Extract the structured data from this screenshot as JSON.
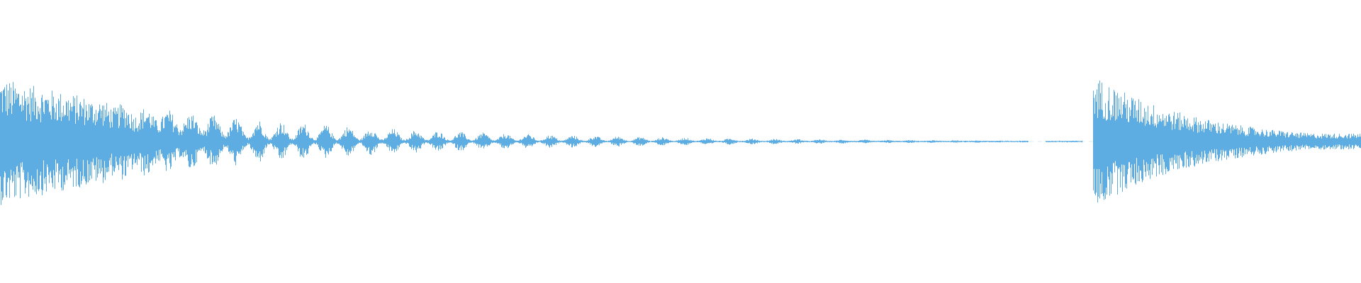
{
  "waveform": {
    "color": "#5dade2",
    "background": "#ffffff",
    "segments": [
      {
        "name": "first-clip",
        "start": 0.0,
        "end": 0.755,
        "peak": 0.95,
        "decay": 4.2,
        "burst_period": 0.0165,
        "burst_fade_start": 0.08,
        "floor": 0.012
      },
      {
        "name": "gap-tail",
        "start": 0.768,
        "end": 0.795,
        "peak": 0.012,
        "decay": 0.0,
        "burst_period": 0.0,
        "burst_fade_start": 1.0,
        "floor": 0.012
      },
      {
        "name": "second-clip",
        "start": 0.803,
        "end": 1.0,
        "peak": 1.0,
        "decay": 2.6,
        "burst_period": 0.0,
        "burst_fade_start": 1.0,
        "floor": 0.12
      }
    ]
  }
}
